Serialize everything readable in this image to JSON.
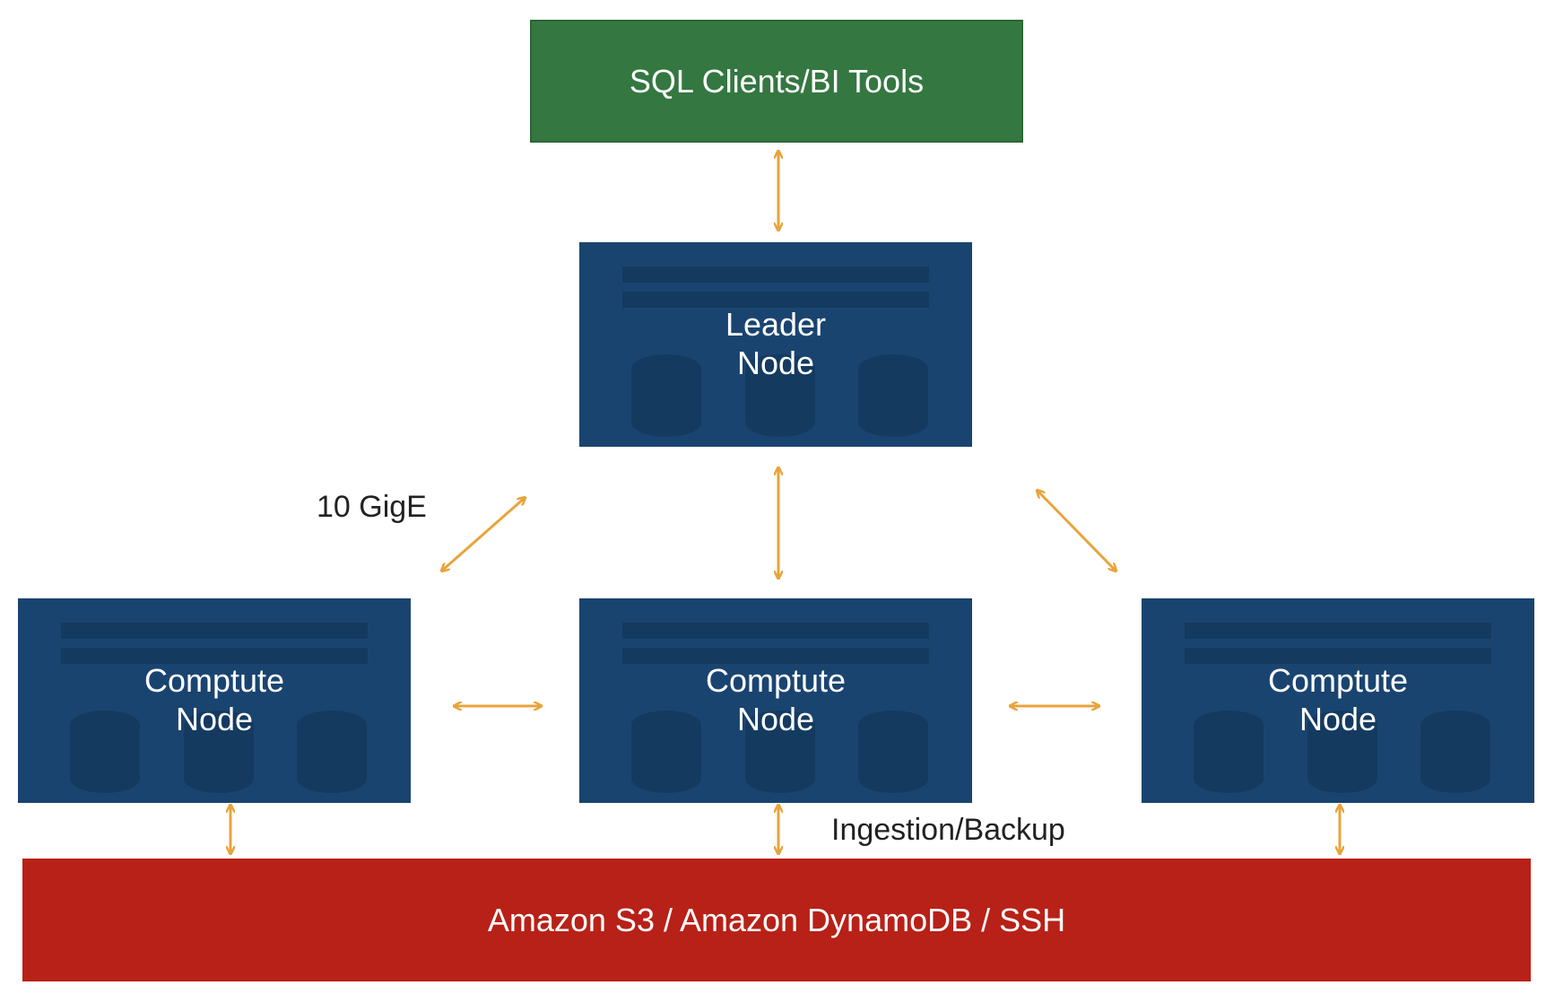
{
  "clients": {
    "label": "SQL Clients/BI Tools",
    "color": "#347741"
  },
  "leader": {
    "line1": "Leader",
    "line2": "Node",
    "color": "#1a4470"
  },
  "compute_nodes": [
    {
      "line1": "Comptute",
      "line2": "Node"
    },
    {
      "line1": "Comptute",
      "line2": "Node"
    },
    {
      "line1": "Comptute",
      "line2": "Node"
    }
  ],
  "storage": {
    "label": "Amazon S3 / Amazon DynamoDB / SSH",
    "color": "#b82117"
  },
  "captions": {
    "network": "10 GigE",
    "ingestion": "Ingestion/Backup"
  },
  "arrow_color": "#e8a43a",
  "icons": {
    "disk": "database-cylinder-icon",
    "arrow": "double-headed-arrow"
  }
}
